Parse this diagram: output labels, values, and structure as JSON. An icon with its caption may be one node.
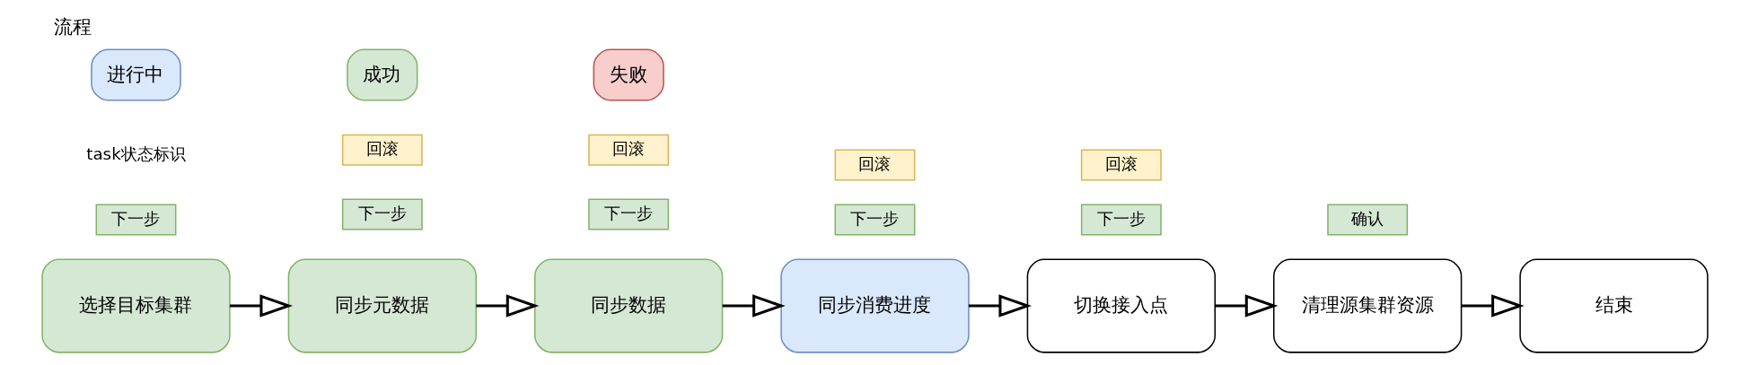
{
  "diagram": {
    "title": "流程",
    "nodes": [
      {
        "text": [
          "选择目标集群"
        ]
      },
      {
        "text": [
          "同步元数据"
        ]
      },
      {
        "text": [
          "同步数据"
        ]
      },
      {
        "text": [
          "同步消费进度"
        ]
      },
      {
        "text": [
          "切换接入点"
        ]
      },
      {
        "text": [
          "清理源集群资源"
        ]
      },
      {
        "text": [
          "结束"
        ]
      },
      {
        "text": [
          "下一步"
        ]
      },
      {
        "text": [
          "下一步"
        ]
      },
      {
        "text": [
          "回滚"
        ]
      },
      {
        "text": [
          "下一步"
        ]
      },
      {
        "text": [
          "回滚"
        ]
      },
      {
        "text": [
          "下一步"
        ]
      },
      {
        "text": [
          "回滚"
        ]
      },
      {
        "text": [
          "下一步"
        ]
      },
      {
        "text": [
          "回滚"
        ]
      },
      {
        "text": [
          "确认"
        ]
      }
    ],
    "edges": [
      {
        "from": 0,
        "to": 1,
        "arrow": "to"
      },
      {
        "from": 1,
        "to": 2,
        "arrow": "to"
      },
      {
        "from": 2,
        "to": 3,
        "arrow": "to"
      },
      {
        "from": 3,
        "to": 4,
        "arrow": "to"
      },
      {
        "from": 4,
        "to": 5,
        "arrow": "to"
      },
      {
        "from": 5,
        "to": 6,
        "arrow": "to"
      }
    ],
    "labels": [
      "task状态标识"
    ],
    "legend": [
      {
        "text": "进行中",
        "color": "#dae8fc"
      },
      {
        "text": "成功",
        "color": "#d5e8d4"
      },
      {
        "text": "失败",
        "color": "#f8cecc"
      }
    ]
  }
}
